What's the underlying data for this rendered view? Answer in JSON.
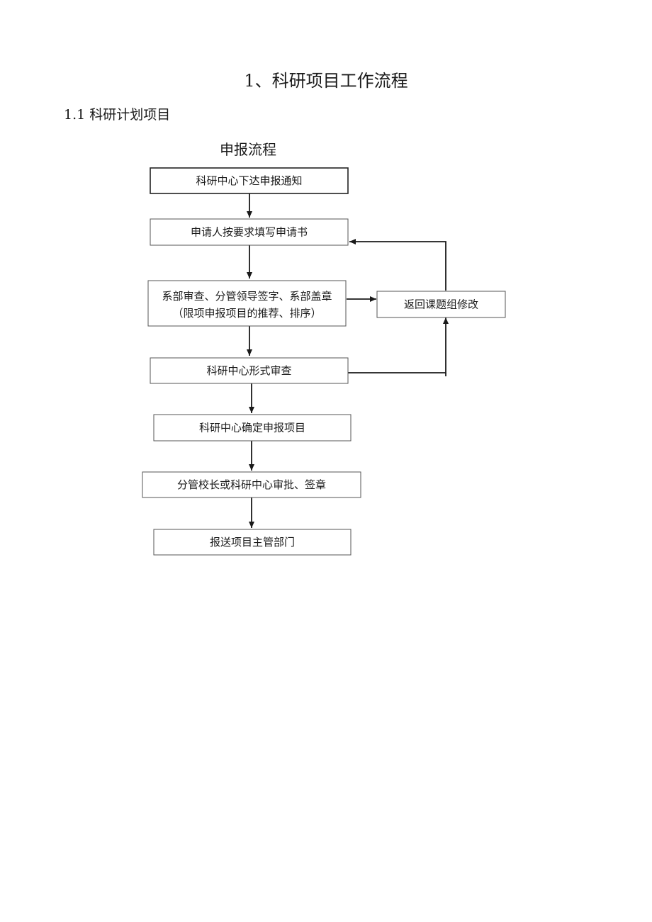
{
  "document": {
    "title": "1、科研项目工作流程",
    "section": "1.1 科研计划项目"
  },
  "flowchart": {
    "title": "申报流程",
    "nodes": {
      "notice": "科研中心下达申报通知",
      "fill_form": "申请人按要求填写申请书",
      "review_line1": "系部审查、分管领导签字、系部盖章",
      "review_line2": "（限项申报项目的推荐、排序）",
      "format_check": "科研中心形式审查",
      "confirm": "科研中心确定申报项目",
      "approve": "分管校长或科研中心审批、签章",
      "submit": "报送项目主管部门",
      "return_revise": "返回课题组修改"
    },
    "edges": [
      {
        "from": "notice",
        "to": "fill_form"
      },
      {
        "from": "fill_form",
        "to": "review"
      },
      {
        "from": "review",
        "to": "format_check"
      },
      {
        "from": "format_check",
        "to": "confirm"
      },
      {
        "from": "confirm",
        "to": "approve"
      },
      {
        "from": "approve",
        "to": "submit"
      },
      {
        "from": "review",
        "to": "return_revise"
      },
      {
        "from": "format_check",
        "to": "return_revise"
      },
      {
        "from": "return_revise",
        "to": "fill_form"
      }
    ],
    "colors": {
      "box_border": "#555555",
      "arrow": "#1a1a1a"
    }
  }
}
